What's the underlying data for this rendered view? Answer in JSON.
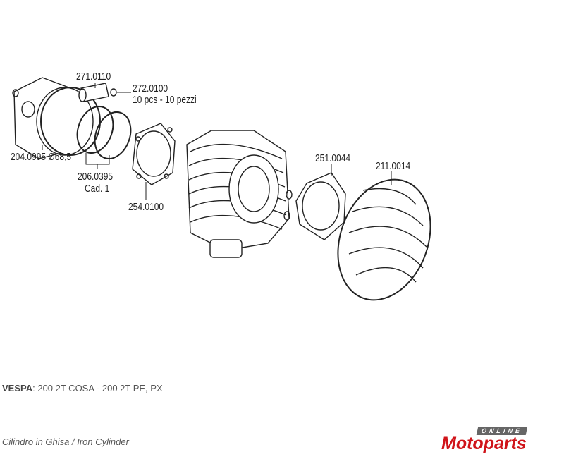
{
  "parts": {
    "piston": "204.0995 Ø68,5",
    "pin": "271.0110",
    "clip": "272.0100",
    "clip_qty": "10 pcs - 10 pezzi",
    "rings": "206.0395",
    "rings_qty": "Cad. 1",
    "base_gasket": "254.0100",
    "head_gasket": "251.0044",
    "head": "211.0014"
  },
  "caption": {
    "brand": "VESPA",
    "models": ": 200 2T COSA - 200 2T PE, PX"
  },
  "subtitle": "Cilindro in Ghisa / Iron Cylinder",
  "logo": {
    "top": "ONLINE",
    "main": "Motoparts"
  }
}
